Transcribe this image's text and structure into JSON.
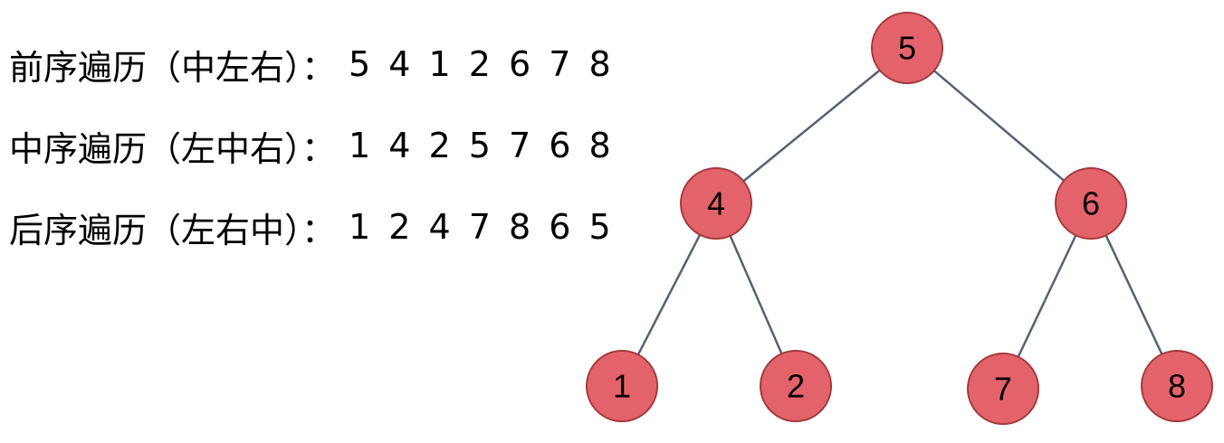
{
  "traversals": [
    {
      "label": "前序遍历（中左右）：",
      "sequence": "5 4 1 2 6 7 8"
    },
    {
      "label": "中序遍历（左中右）：",
      "sequence": "1 4 2 5 7 6 8"
    },
    {
      "label": "后序遍历（左右中）：",
      "sequence": "1 2 4 7 8 6 5"
    }
  ],
  "tree": {
    "nodes": [
      {
        "id": "n5",
        "label": "5"
      },
      {
        "id": "n4",
        "label": "4"
      },
      {
        "id": "n6",
        "label": "6"
      },
      {
        "id": "n1",
        "label": "1"
      },
      {
        "id": "n2",
        "label": "2"
      },
      {
        "id": "n7",
        "label": "7"
      },
      {
        "id": "n8",
        "label": "8"
      }
    ],
    "edges": [
      {
        "from": "n5",
        "to": "n4"
      },
      {
        "from": "n5",
        "to": "n6"
      },
      {
        "from": "n4",
        "to": "n1"
      },
      {
        "from": "n4",
        "to": "n2"
      },
      {
        "from": "n6",
        "to": "n7"
      },
      {
        "from": "n6",
        "to": "n8"
      }
    ],
    "colors": {
      "node_fill": "#e4636a",
      "edge": "#546274"
    }
  }
}
